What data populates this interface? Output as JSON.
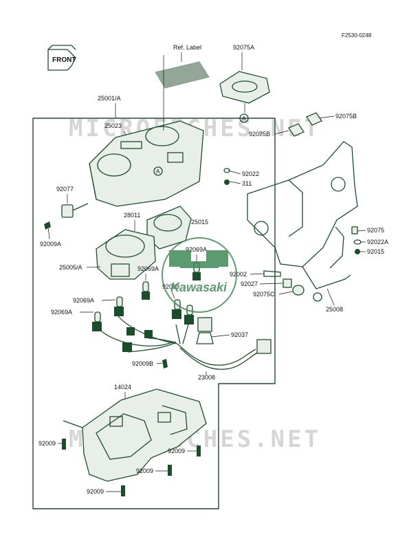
{
  "diagram": {
    "figure_code": "F2530-0248",
    "front_label": "FRONT",
    "brand_text": "Kawasaki",
    "watermark_text": "MICROFICHES.NET",
    "parts": {
      "p25001A": "25001/A",
      "p25023": "25023",
      "pRefLabel": "Ref. Label",
      "p92075A": "92075A",
      "p92075B_1": "92075B",
      "p92075B_2": "92075B",
      "p92022": "92022",
      "p311": "311",
      "p92077": "92077",
      "p92009A": "92009A",
      "p28011": "28011",
      "p25015": "25015",
      "p25005A": "25005/A",
      "p92069A_1": "92069A",
      "p92069A_2": "92069A",
      "p92069": "92069",
      "p92069A_3": "92069A",
      "p92069A_4": "92069A",
      "p92075": "92075",
      "p92022A": "92022A",
      "p92015": "92015",
      "p92002": "92002",
      "p92027": "92027",
      "p92075C": "92075C",
      "p25008": "25008",
      "p92037": "92037",
      "p92009B": "92009B",
      "p23008": "23008",
      "p14024": "14024",
      "p92009_1": "92009",
      "p92009_2": "92009",
      "p92009_3": "92009",
      "p92009_4": "92009"
    },
    "callout_A": "A"
  }
}
